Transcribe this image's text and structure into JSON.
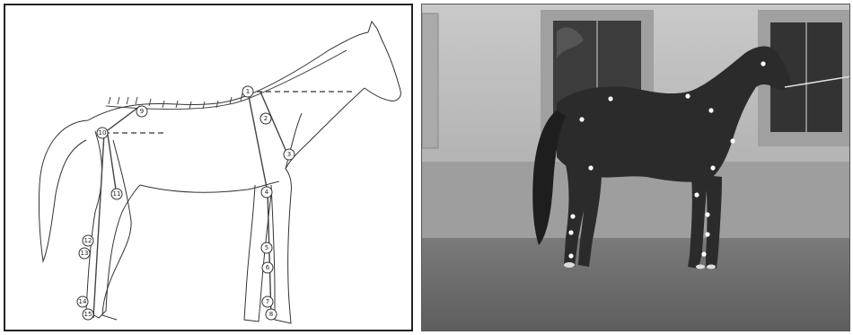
{
  "figure": {
    "left_panel": {
      "kind": "line drawing of horse skeleton with numbered anatomical landmarks",
      "landmark_numbers": [
        "1",
        "2",
        "3",
        "4",
        "5",
        "6",
        "7",
        "8",
        "9",
        "10",
        "11",
        "12",
        "13",
        "14",
        "15"
      ]
    },
    "right_panel": {
      "kind": "grayscale photograph of a dark horse standing in profile with white reflective markers, in front of a building wall with two windows"
    }
  },
  "colors": {
    "line": "#333333",
    "marker": "#ffffff",
    "wall": "#b9b9b9",
    "ground": "#6f6f6f"
  }
}
